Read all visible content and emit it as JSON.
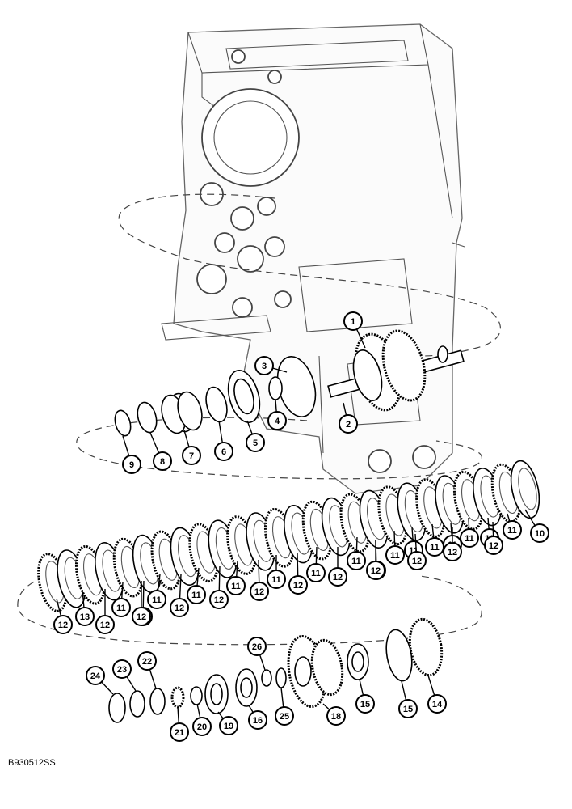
{
  "figure": {
    "id_code": "B930512SS"
  },
  "callouts": [
    {
      "num": "1"
    },
    {
      "num": "2"
    },
    {
      "num": "3"
    },
    {
      "num": "4"
    },
    {
      "num": "5"
    },
    {
      "num": "6"
    },
    {
      "num": "7"
    },
    {
      "num": "8"
    },
    {
      "num": "9"
    },
    {
      "num": "10"
    },
    {
      "num": "11"
    },
    {
      "num": "11"
    },
    {
      "num": "11"
    },
    {
      "num": "11"
    },
    {
      "num": "11"
    },
    {
      "num": "11"
    },
    {
      "num": "11"
    },
    {
      "num": "11"
    },
    {
      "num": "11"
    },
    {
      "num": "11"
    },
    {
      "num": "11"
    },
    {
      "num": "11"
    },
    {
      "num": "11"
    },
    {
      "num": "11"
    },
    {
      "num": "12"
    },
    {
      "num": "12"
    },
    {
      "num": "12"
    },
    {
      "num": "12"
    },
    {
      "num": "12"
    },
    {
      "num": "12"
    },
    {
      "num": "12"
    },
    {
      "num": "12"
    },
    {
      "num": "12"
    },
    {
      "num": "12"
    },
    {
      "num": "12"
    },
    {
      "num": "12"
    },
    {
      "num": "12"
    },
    {
      "num": "12"
    },
    {
      "num": "13"
    },
    {
      "num": "14"
    },
    {
      "num": "15"
    },
    {
      "num": "15"
    },
    {
      "num": "16"
    },
    {
      "num": "18"
    },
    {
      "num": "19"
    },
    {
      "num": "20"
    },
    {
      "num": "21"
    },
    {
      "num": "22"
    },
    {
      "num": "23"
    },
    {
      "num": "24"
    },
    {
      "num": "25"
    },
    {
      "num": "26"
    }
  ]
}
